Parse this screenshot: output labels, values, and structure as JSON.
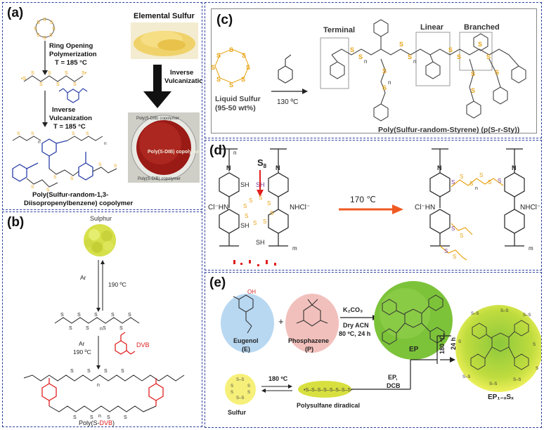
{
  "panel_a": {
    "label": "(a)",
    "rop": "Ring Opening",
    "rop2": "Polymerization",
    "temp1": "T = 185 °C",
    "inv": "Inverse",
    "vulc": "Vulcanization",
    "temp2": "T = 185 °C",
    "elemental": "Elemental Sulfur",
    "inv2": "Inverse",
    "vulc2": "Vulcanization",
    "product1": "Poly(Sulfur-random-1,3-",
    "product2": "Diisopropenylbenzene) copolymer",
    "dish_label": "Poly(S-DIB) copolymer",
    "chain_n": "n",
    "s": "S"
  },
  "panel_b": {
    "label": "(b)",
    "sulphur": "Sulphur",
    "ar1": "Ar",
    "t1": "190 ºC",
    "ar2": "Ar",
    "t2": "190 ºC",
    "dvb": "DVB",
    "n": "n",
    "product_prefix": "Poly(S-",
    "product_red": "DVB",
    "product_suffix": ")"
  },
  "panel_c": {
    "label": "(c)",
    "liquid1": "Liquid Sulfur",
    "liquid2": "(95-50 wt%)",
    "temp": "130 ºC",
    "terminal": "Terminal",
    "linear": "Linear",
    "branched": "Branched",
    "product": "Poly(Sulfur-random-Styrene) (p(S-r-Sty))",
    "n": "n"
  },
  "panel_d": {
    "label": "(d)",
    "s8": "S",
    "s8sub": "8",
    "temp": "170 ℃",
    "cl_left": "Cl⁻HN",
    "cl_right": "NHCl⁻",
    "sh": "SH",
    "n": "n",
    "m": "m"
  },
  "panel_e": {
    "label": "(e)",
    "eugenol": "Eugenol",
    "eugenol_abbr": "(E)",
    "phosphazene": "Phosphazene",
    "phosphazene_abbr": "(P)",
    "reagent1": "K₂CO₃",
    "reagent2": "Dry ACN",
    "reagent3": "80 ºC, 24 h",
    "ep": "EP",
    "ep_reagent1": "EP,",
    "ep_reagent2": "DCB",
    "cond1": "180 ºC,",
    "cond2": "24 h",
    "sulfur": "Sulfur",
    "temp180": "180 ºC",
    "diradical": "Polysulfane diradical",
    "product": "EP₁₋ₓSₓ",
    "oh": "OH",
    "plus": "+"
  },
  "colors": {
    "panel_border": "#2b3d9e",
    "sulfur": "#e8a314",
    "red": "#e02020",
    "orange_arrow": "#f05a22",
    "green": "#7cc33a",
    "purple": "#7a3d9a",
    "blue_chain": "#2a3fa8"
  }
}
